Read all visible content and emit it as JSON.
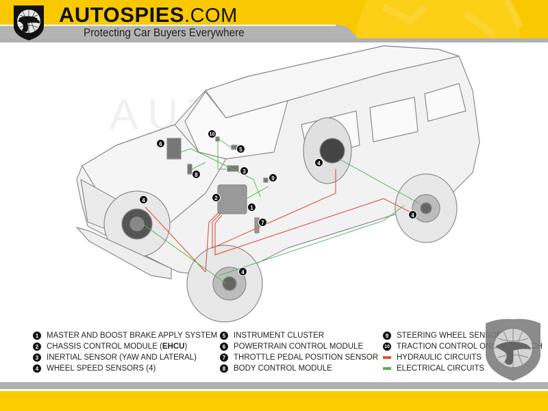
{
  "header": {
    "brand_main": "AUTOSPIES",
    "brand_tld": ".COM",
    "tagline": "Protecting Car Buyers Everywhere",
    "logo_icon": "shield-globe-spy-icon"
  },
  "diagram": {
    "subject": "SUV brake and traction control system cutaway",
    "watermark": "AUTO SPIES",
    "callouts": [
      {
        "num": "1",
        "label": "MASTER AND BOOST BRAKE APPLY SYSTEM"
      },
      {
        "num": "2",
        "label": "CHASSIS CONTROL MODULE (EHCU)"
      },
      {
        "num": "3",
        "label": "INERTIAL SENSOR (YAW AND LATERAL)"
      },
      {
        "num": "4",
        "label": "WHEEL SPEED SENSORS (4)"
      },
      {
        "num": "5",
        "label": "INSTRUMENT CLUSTER"
      },
      {
        "num": "6",
        "label": "POWERTRAIN CONTROL MODULE"
      },
      {
        "num": "7",
        "label": "THROTTLE PEDAL POSITION SENSOR"
      },
      {
        "num": "8",
        "label": "BODY CONTROL MODULE"
      },
      {
        "num": "9",
        "label": "STEERING WHEEL SENSOR"
      },
      {
        "num": "10",
        "label": "TRACTION CONTROL ON/OFF SWITCH"
      }
    ]
  },
  "legend": {
    "col1": [
      {
        "num": "1",
        "text": "MASTER AND BOOST BRAKE APPLY SYSTEM"
      },
      {
        "num": "2",
        "text": "CHASSIS CONTROL MODULE (",
        "bold": "EHCU",
        "after": ")"
      },
      {
        "num": "3",
        "text": "INERTIAL SENSOR (YAW AND LATERAL)"
      },
      {
        "num": "4",
        "text": "WHEEL SPEED SENSORS (4)"
      }
    ],
    "col2": [
      {
        "num": "5",
        "text": "INSTRUMENT CLUSTER"
      },
      {
        "num": "6",
        "text": "POWERTRAIN CONTROL MODULE"
      },
      {
        "num": "7",
        "text": "THROTTLE PEDAL POSITION SENSOR"
      },
      {
        "num": "8",
        "text": "BODY CONTROL MODULE"
      }
    ],
    "col3": [
      {
        "num": "9",
        "text": "STEERING WHEEL SENSOR"
      },
      {
        "num": "10",
        "text": "TRACTION CONTROL ON/OFF SWITCH"
      },
      {
        "swatch": "hydraulic",
        "text": "HYDRAULIC CIRCUITS"
      },
      {
        "swatch": "electrical",
        "text": "ELECTRICAL CIRCUITS"
      }
    ]
  },
  "colors": {
    "brand_yellow": "#f9c800",
    "header_gray": "#b4b4b4",
    "hydraulic": "#e8502e",
    "electrical": "#4cb848",
    "callout_fill": "#111111"
  }
}
